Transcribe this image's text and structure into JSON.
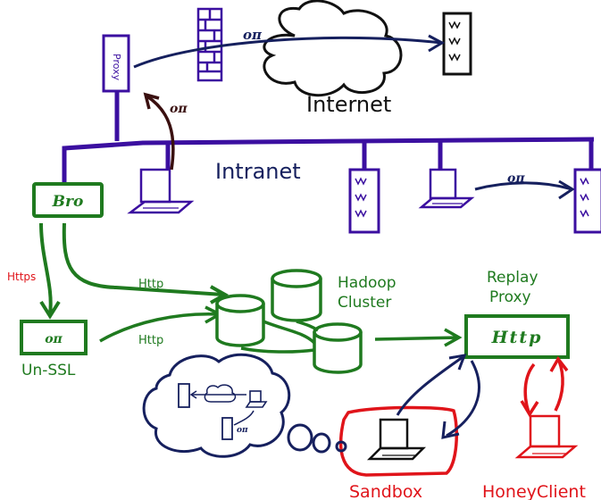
{
  "labels": {
    "internet": "Internet",
    "intranet": "Intranet",
    "hadoop_cluster_line1": "Hadoop",
    "hadoop_cluster_line2": "Cluster",
    "replay_proxy_line1": "Replay",
    "replay_proxy_line2": "Proxy",
    "unssl": "Un-SSL",
    "https": "Https",
    "http_top": "Http",
    "http_bottom": "Http",
    "sandbox": "Sandbox",
    "honeyclient": "HoneyClient"
  },
  "box_text": {
    "bro": "Bro",
    "http_box": "Http",
    "unssl_box": "oπ",
    "proxy_vertical": "Proxy",
    "arrow_tag_internet": "oπ",
    "arrow_tag_intranet": "oπ",
    "arrow_tag_up": "oπ",
    "thought_tag": "oπ"
  },
  "colors": {
    "network": "#3b0fa0",
    "dark_navy": "#16205e",
    "green": "#1f7a1f",
    "red": "#e0141a",
    "brown": "#3a1010",
    "label_dark": "#111111"
  }
}
